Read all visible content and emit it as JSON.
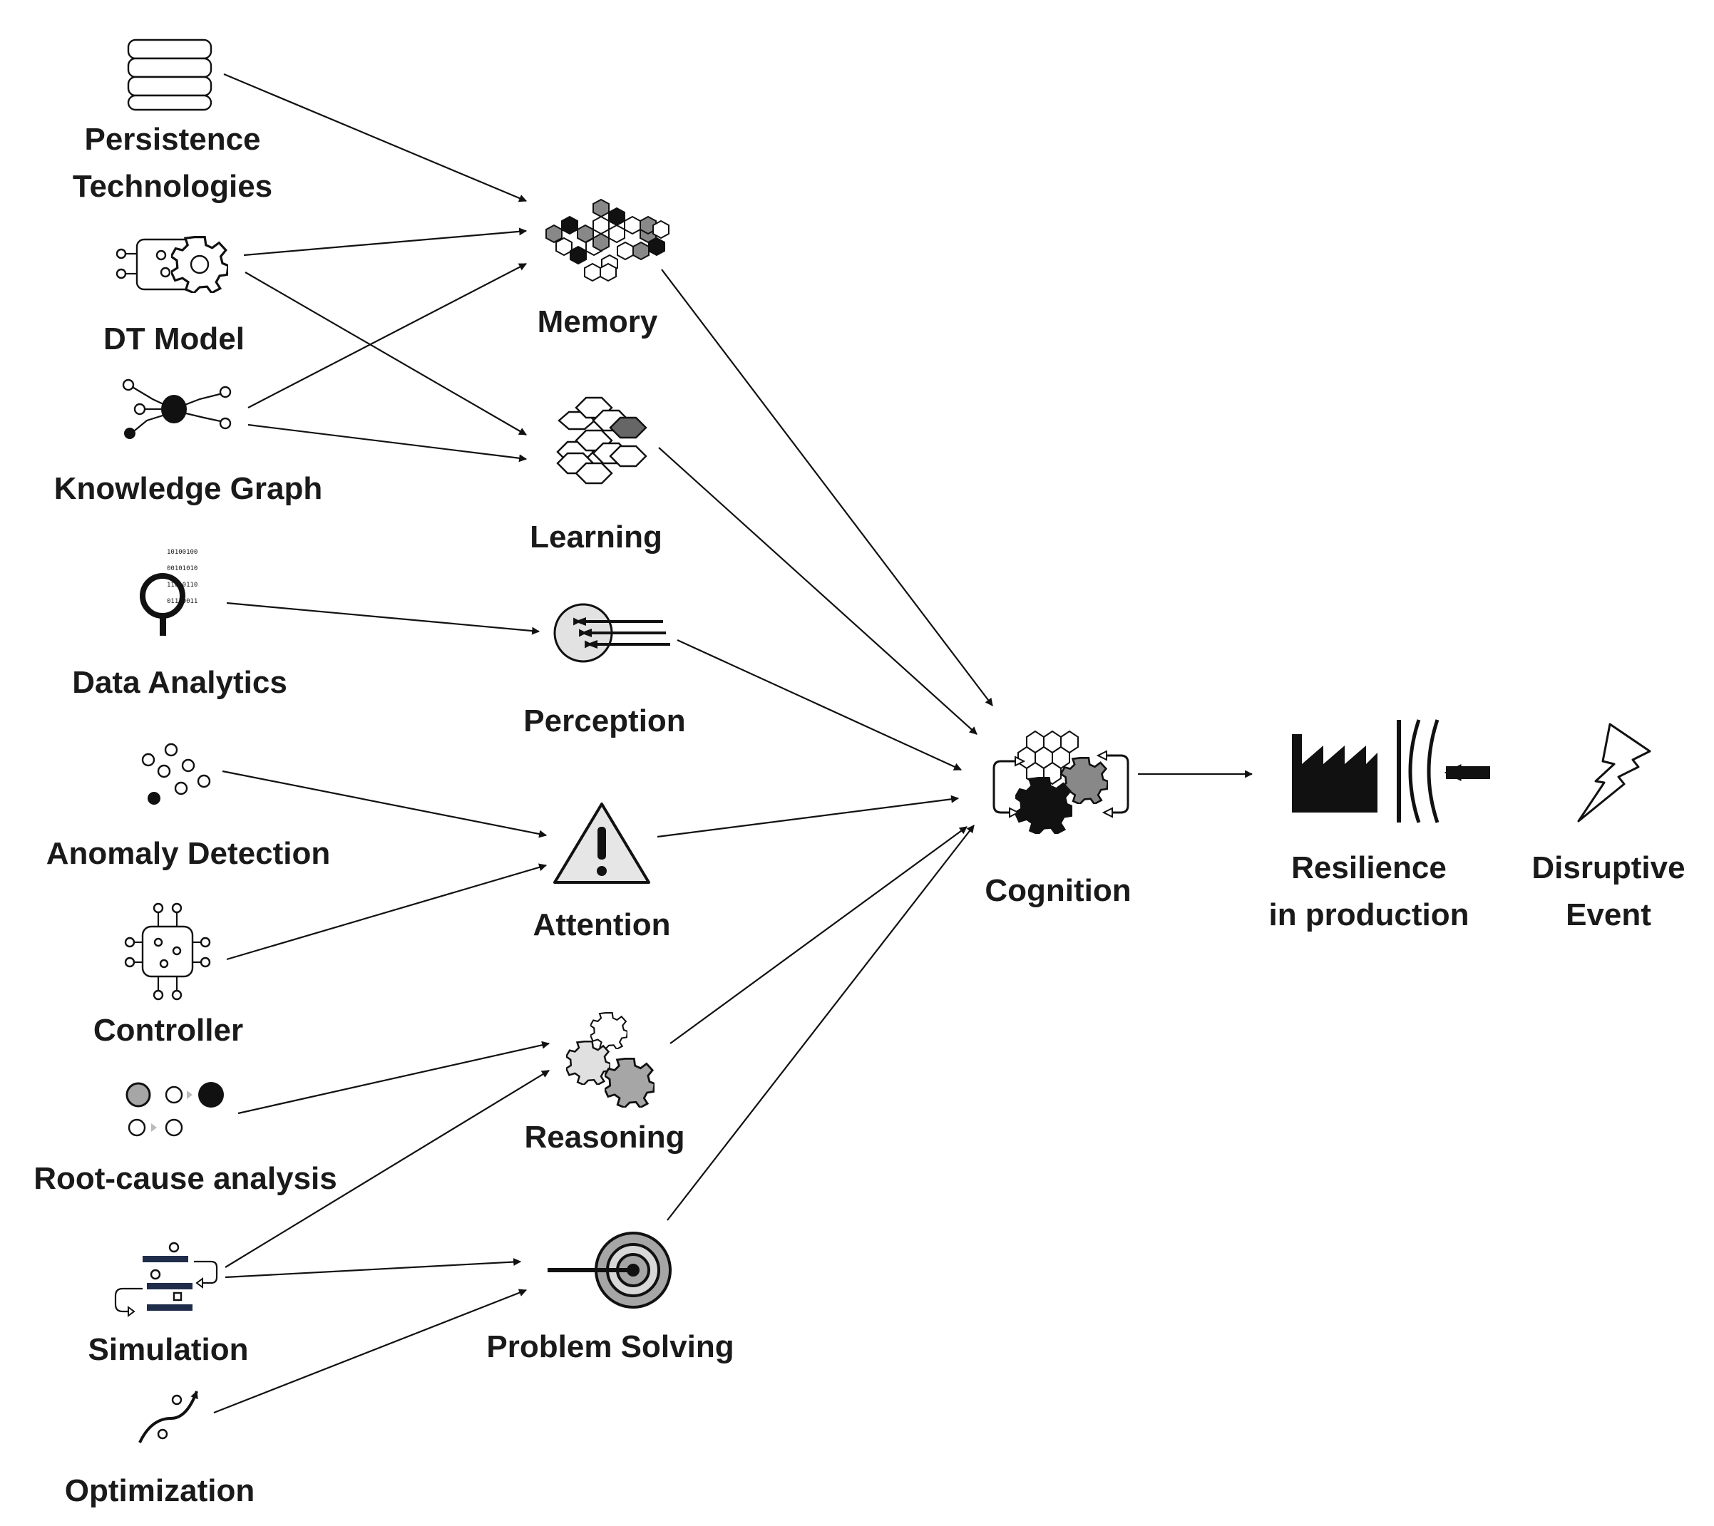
{
  "sources": {
    "persistence": {
      "line1": "Persistence",
      "line2": "Technologies"
    },
    "dt_model": {
      "label": "DT Model"
    },
    "knowledge_graph": {
      "label": "Knowledge Graph"
    },
    "data_analytics": {
      "label": "Data Analytics",
      "bits": [
        "10100100",
        "00101010",
        "11010110",
        "01110011"
      ]
    },
    "anomaly_detection": {
      "label": "Anomaly Detection"
    },
    "controller": {
      "label": "Controller"
    },
    "root_cause": {
      "label": "Root-cause analysis"
    },
    "simulation": {
      "label": "Simulation"
    },
    "optimization": {
      "label": "Optimization"
    }
  },
  "functions": {
    "memory": {
      "label": "Memory"
    },
    "learning": {
      "label": "Learning"
    },
    "perception": {
      "label": "Perception"
    },
    "attention": {
      "label": "Attention"
    },
    "reasoning": {
      "label": "Reasoning"
    },
    "problem_solving": {
      "label": "Problem Solving"
    }
  },
  "cognition": {
    "label": "Cognition"
  },
  "outcome": {
    "resilience": {
      "line1": "Resilience",
      "line2": "in production"
    },
    "disruptive": {
      "line1": "Disruptive",
      "line2": "Event"
    }
  }
}
